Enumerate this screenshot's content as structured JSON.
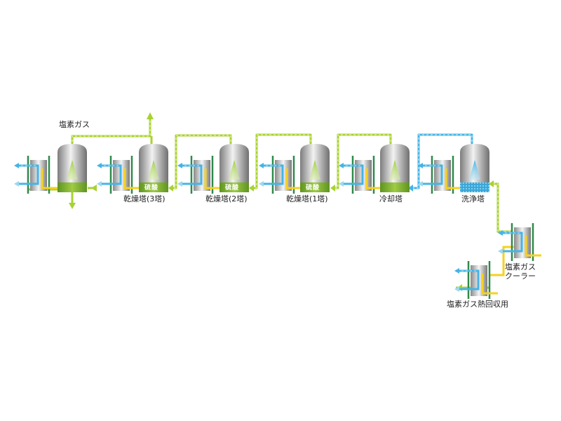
{
  "labels": {
    "chlorine_gas": "塩素ガス",
    "drying_tower_3": "乾燥塔(3塔)",
    "drying_tower_2": "乾燥塔(2塔)",
    "drying_tower_1": "乾燥塔(1塔)",
    "cooling_tower": "冷却塔",
    "washing_tower": "洗浄塔",
    "gas_cooler_line1": "塩素ガス",
    "gas_cooler_line2": "クーラー",
    "heat_recovery": "塩素ガス熱回収用"
  },
  "towers": [
    {
      "id": "tower-initial",
      "base": "green",
      "acid": ""
    },
    {
      "id": "drying-tower-3",
      "base": "green",
      "acid": "硫酸"
    },
    {
      "id": "drying-tower-2",
      "base": "green",
      "acid": "硫酸"
    },
    {
      "id": "drying-tower-1",
      "base": "green",
      "acid": "硫酸"
    },
    {
      "id": "cooling-tower",
      "base": "green",
      "acid": ""
    },
    {
      "id": "washing-tower",
      "base": "blue",
      "acid": ""
    }
  ],
  "colors": {
    "gas_line": "#a8d232",
    "gas_line_dash": "#e4f2a8",
    "yellow_line": "#f6d21e",
    "blue_line": "#44b4e6",
    "blue_line_dash": "#bfe6f8",
    "green_base": "#7fb52b",
    "blue_base": "#3aa7d9",
    "exchanger_frame": "#2e8a4a"
  }
}
